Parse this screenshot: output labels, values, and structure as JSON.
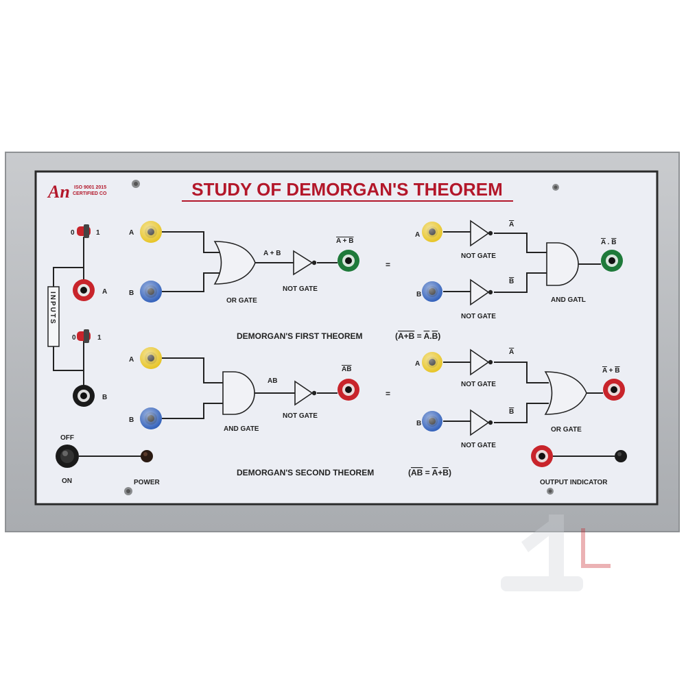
{
  "panel": {
    "title": "STUDY OF DEMORGAN'S THEOREM",
    "logo": {
      "mark": "An",
      "line1": "ISO 9001 2015",
      "line2": "CERTIFIED CO"
    },
    "inputs_label": "INPUTS",
    "toggle_a": {
      "off": "0",
      "on": "1",
      "label": "A"
    },
    "toggle_b": {
      "off": "0",
      "on": "1",
      "label": "B"
    }
  },
  "first_theorem": {
    "left": {
      "input_a": "A",
      "input_b": "B",
      "gate": "OR GATE",
      "mid_expr": "A + B",
      "not_gate": "NOT GATE",
      "output_expr": "A + B"
    },
    "equals": "=",
    "right": {
      "input_a": "A",
      "input_b": "B",
      "not_a": "A",
      "not_b": "B",
      "not_gate_1": "NOT GATE",
      "not_gate_2": "NOT GATE",
      "gate": "AND GATL",
      "output_a": "A",
      "output_sep": " . ",
      "output_b": "B"
    },
    "caption": "DEMORGAN'S FIRST THEOREM",
    "formula": {
      "open": "(",
      "lhs": "A+B",
      "eq": " = ",
      "a": "A",
      "dot": ".",
      "b": "B",
      "close": ")"
    }
  },
  "second_theorem": {
    "left": {
      "input_a": "A",
      "input_b": "B",
      "gate": "AND GATE",
      "mid_expr": "AB",
      "not_gate": "NOT GATE",
      "output_expr": "AB"
    },
    "equals": "=",
    "right": {
      "input_a": "A",
      "input_b": "B",
      "not_a": "A",
      "not_b": "B",
      "not_gate_1": "NOT GATE",
      "not_gate_2": "NOT GATE",
      "gate": "OR GATE",
      "output_a": "A",
      "output_sep": " + ",
      "output_b": "B"
    },
    "caption": "DEMORGAN'S SECOND THEOREM",
    "formula": {
      "open": "(",
      "lhs": "AB",
      "eq": " = ",
      "a": "A",
      "plus": "+",
      "b": "B",
      "close": ")"
    }
  },
  "power": {
    "off": "OFF",
    "on": "ON",
    "label": "POWER"
  },
  "output_indicator": {
    "label": "OUTPUT INDICATOR"
  },
  "colors": {
    "title_red": "#b3172a",
    "socket_yellow": "#e6c21e",
    "socket_blue": "#2b5bb8",
    "socket_green": "#1f7a3a",
    "socket_red": "#c8242b",
    "socket_black": "#1a1a1a",
    "frame_gray": "#b8bbbe",
    "panel_white": "#eceef4"
  }
}
